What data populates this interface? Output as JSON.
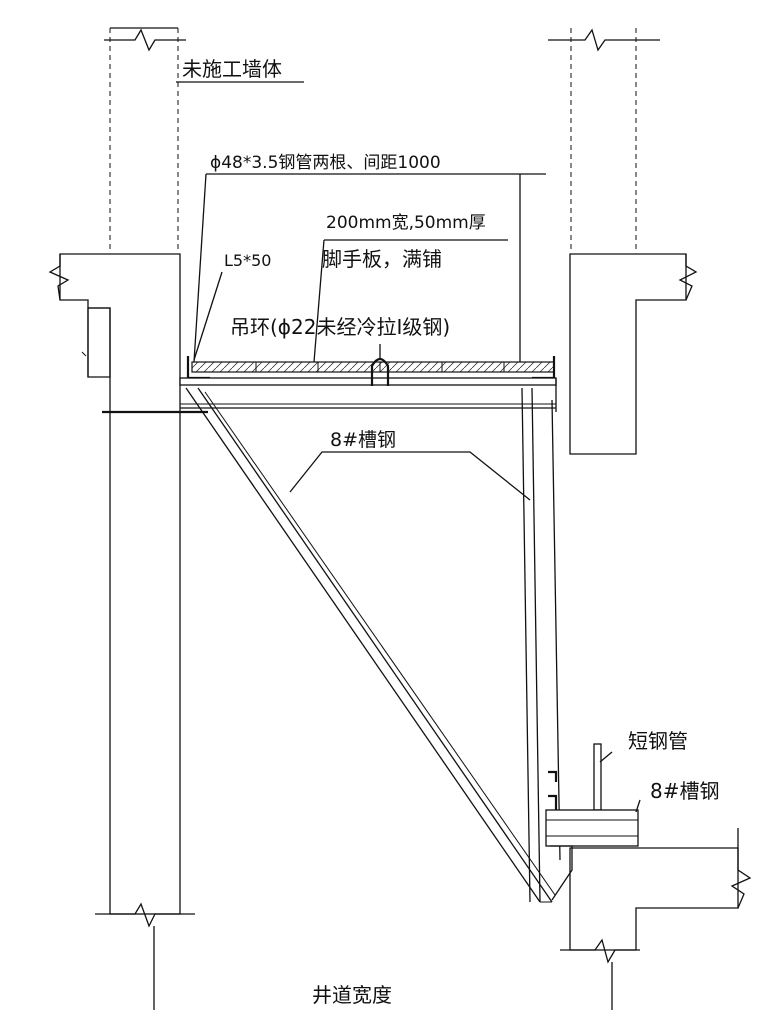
{
  "labels": {
    "wall": "未施工墙体",
    "steel_pipe": "ϕ48*3.5钢管两根、间距1000",
    "board_size": "200mm宽,50mm厚",
    "board_note": "脚手板，满铺",
    "angle_steel": "L5*50",
    "lifting_ring": "吊环(ϕ22未经冷拉Ⅰ级钢)",
    "channel_main": "8#槽钢",
    "short_pipe": "短钢管",
    "channel_bottom": "8#槽钢",
    "shaft_width": "井道宽度"
  }
}
